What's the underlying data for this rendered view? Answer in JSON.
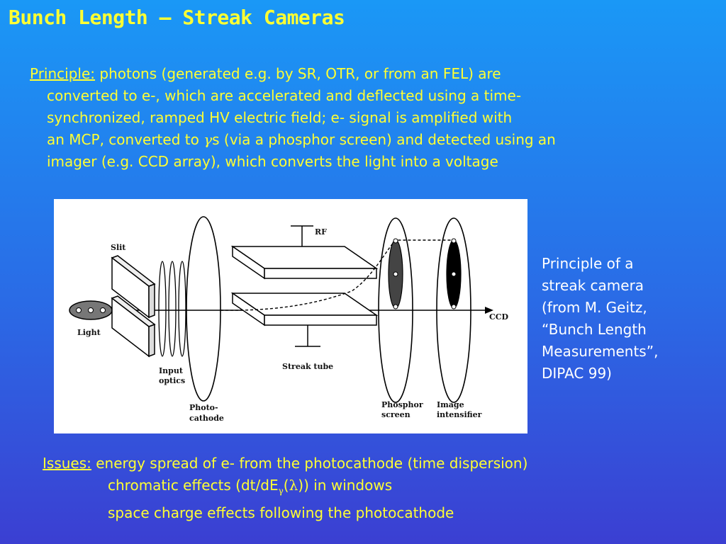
{
  "slide": {
    "title": "Bunch Length – Streak Cameras",
    "principle": {
      "label": "Principle:",
      "line1": "photons (generated e.g. by SR,  OTR, or from an FEL) are",
      "line2": "converted to e-, which are accelerated and deflected using a time-",
      "line3": "synchronized, ramped HV electric field; e- signal is amplified with",
      "line4_a": "an MCP, converted to ",
      "line4_symbol": "γ",
      "line4_b": "s (via a phosphor  screen) and detected using an",
      "line5": "imager  (e.g. CCD array), which converts the light into a voltage"
    },
    "figure_labels": {
      "slit": "Slit",
      "light": "Light",
      "input_optics_1": "Input",
      "input_optics_2": "optics",
      "photocathode_1": "Photo-",
      "photocathode_2": "cathode",
      "rf": "RF",
      "streak_tube": "Streak tube",
      "phosphor_1": "Phosphor",
      "phosphor_2": "screen",
      "intensifier_1": "Image",
      "intensifier_2": "intensifier",
      "ccd": "CCD"
    },
    "caption": {
      "line1": "Principle of a",
      "line2": "streak camera",
      "line3": "(from M. Geitz,",
      "line4": "“Bunch Length",
      "line5": "Measurements”,",
      "line6": "DIPAC 99)"
    },
    "issues": {
      "label": "Issues:",
      "item1": "energy spread of e- from the photocathode (time dispersion)",
      "item2_a": "chromatic effects (dt/dE",
      "item2_sub": "γ",
      "item2_b": "(",
      "item2_lambda": "λ",
      "item2_c": ")) in windows",
      "item3": "space charge effects following the photocathode"
    }
  }
}
